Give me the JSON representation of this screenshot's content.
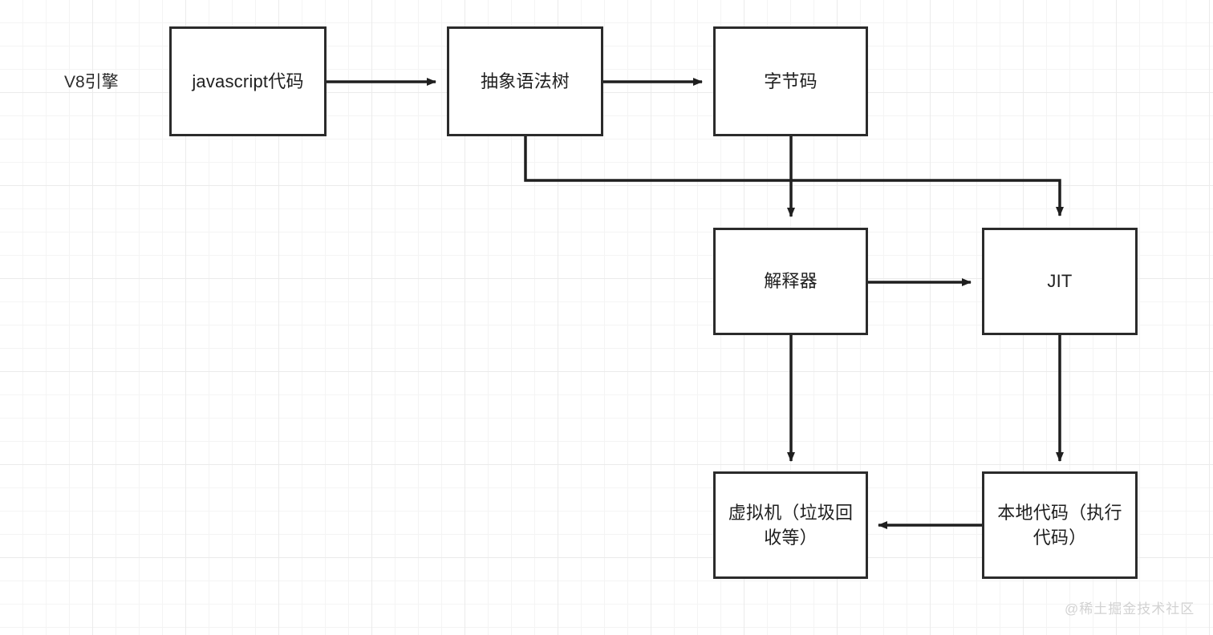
{
  "diagram": {
    "title_label": "V8引擎",
    "watermark": "@稀土掘金技术社区",
    "nodes": {
      "js_code": "javascript代码",
      "ast": "抽象语法树",
      "bytecode": "字节码",
      "interpreter": "解释器",
      "jit": "JIT",
      "vm": "虚拟机（垃圾回收等）",
      "native_code": "本地代码（执行代码）"
    },
    "colors": {
      "node_border": "#2b2b2b",
      "node_fill": "#ffffff",
      "edge": "#1f1f1f",
      "text": "#1f1f1f",
      "grid_minor": "#f4f4f4",
      "grid_major": "#ebebeb",
      "watermark": "#d2d2d2"
    },
    "edges": [
      {
        "name": "js-code-to-ast",
        "from": "javascript代码",
        "to": "抽象语法树",
        "direction": "right"
      },
      {
        "name": "ast-to-bytecode",
        "from": "抽象语法树",
        "to": "字节码",
        "direction": "right"
      },
      {
        "name": "ast-to-jit",
        "from": "抽象语法树",
        "to": "JIT",
        "direction": "down-right"
      },
      {
        "name": "bytecode-to-interpreter",
        "from": "字节码",
        "to": "解释器",
        "direction": "down"
      },
      {
        "name": "interpreter-to-jit",
        "from": "解释器",
        "to": "JIT",
        "direction": "right"
      },
      {
        "name": "interpreter-to-vm",
        "from": "解释器",
        "to": "虚拟机（垃圾回收等）",
        "direction": "down"
      },
      {
        "name": "jit-to-native-code",
        "from": "JIT",
        "to": "本地代码（执行代码）",
        "direction": "down"
      },
      {
        "name": "native-code-to-vm",
        "from": "本地代码（执行代码）",
        "to": "虚拟机（垃圾回收等）",
        "direction": "left"
      }
    ]
  }
}
